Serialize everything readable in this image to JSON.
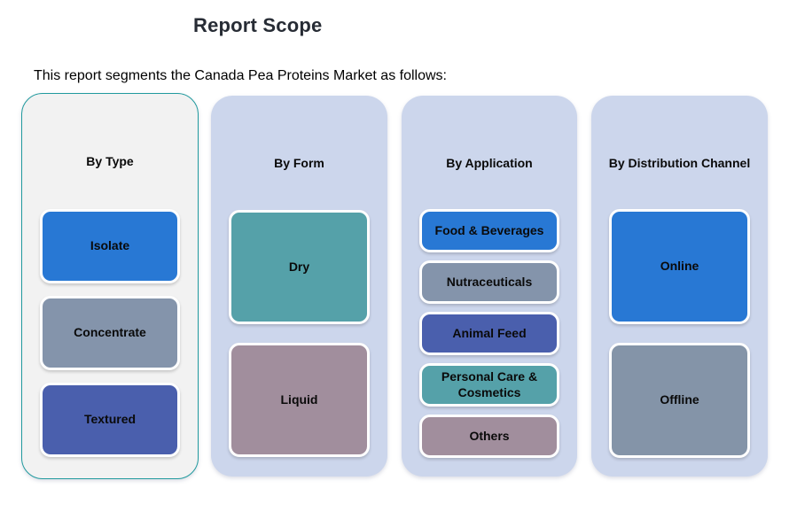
{
  "title": "Report Scope",
  "subtitle": "This report segments the Canada Pea Proteins Market as follows:",
  "palette": {
    "page_bg": "#ffffff",
    "first_column_bg": "#f2f2f2",
    "first_column_border": "#219a9e",
    "column_bg": "#ccd6ec",
    "blue": "#2878d4",
    "slate": "#8494ab",
    "indigo": "#4a5fad",
    "teal": "#55a1a9",
    "mauve": "#a18e9d"
  },
  "columns": [
    {
      "header": "By Type",
      "items": [
        {
          "label": "Isolate",
          "color": "#2878d4"
        },
        {
          "label": "Concentrate",
          "color": "#8494ab"
        },
        {
          "label": "Textured",
          "color": "#4a5fad"
        }
      ]
    },
    {
      "header": "By Form",
      "items": [
        {
          "label": "Dry",
          "color": "#55a1a9"
        },
        {
          "label": "Liquid",
          "color": "#a18e9d"
        }
      ]
    },
    {
      "header": "By Application",
      "items": [
        {
          "label": "Food & Beverages",
          "color": "#2878d4"
        },
        {
          "label": "Nutraceuticals",
          "color": "#8494ab"
        },
        {
          "label": "Animal Feed",
          "color": "#4a5fad"
        },
        {
          "label": "Personal Care & Cosmetics",
          "color": "#55a1a9"
        },
        {
          "label": "Others",
          "color": "#a18e9d"
        }
      ]
    },
    {
      "header": "By Distribution Channel",
      "items": [
        {
          "label": "Online",
          "color": "#2878d4"
        },
        {
          "label": "Offline",
          "color": "#8494a8"
        }
      ]
    }
  ]
}
